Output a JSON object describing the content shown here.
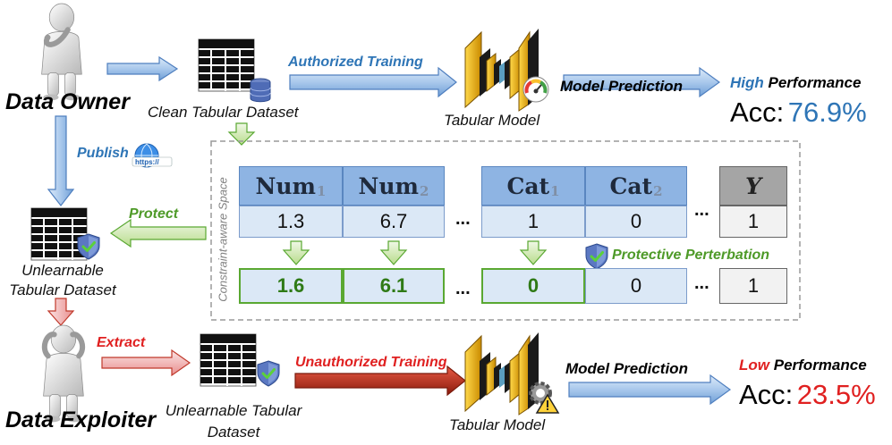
{
  "actors": {
    "owner": "Data Owner",
    "exploiter": "Data Exploiter"
  },
  "datasets": {
    "clean": "Clean Tabular Dataset",
    "unlearnable_1": "Unlearnable",
    "unlearnable_2": "Tabular Dataset",
    "exploit_1": "Unlearnable Tabular",
    "exploit_2": "Dataset"
  },
  "steps": {
    "authorized_training": "Authorized Training",
    "unauthorized_training": "Unauthorized Training",
    "model_prediction_top": "Model Prediction",
    "model_prediction_bottom": "Model Prediction",
    "publish": "Publish",
    "protect": "Protect",
    "extract": "Extract",
    "https": "https://"
  },
  "models": {
    "top": "Tabular Model",
    "bottom": "Tabular Model"
  },
  "results": {
    "high_word": "High",
    "low_word": "Low",
    "performance_top": "Performance",
    "performance_bottom": "Performance",
    "acc_label_top": "Acc:",
    "acc_label_bottom": "Acc:",
    "acc_high": "76.9%",
    "acc_low": "23.5%"
  },
  "space": {
    "label": "Constraint-aware Space",
    "perturbation": "Protective Perterbation",
    "headers": {
      "num1": "Num",
      "num1_sub": "1",
      "num2": "Num",
      "num2_sub": "2",
      "cat1": "Cat",
      "cat1_sub": "1",
      "cat2": "Cat",
      "cat2_sub": "2",
      "y": "Y"
    },
    "original": {
      "num1": "1.3",
      "num2": "6.7",
      "cat1": "1",
      "cat2": "0",
      "y": "1"
    },
    "perturbed": {
      "num1": "1.6",
      "num2": "6.1",
      "cat1": "0",
      "cat2": "0",
      "y": "1"
    },
    "ellipsis": "..."
  },
  "colors": {
    "blue_text": "#2e75b6",
    "green_text": "#4e9a28",
    "red_text": "#e02020",
    "header_fill": "#8eb4e3",
    "value_fill": "#dbe8f6",
    "perturbed_border": "#5aa832",
    "model_fill": "#f0b400"
  },
  "icons": [
    "person-thinking-icon",
    "person-frustrated-icon",
    "table-grid-icon",
    "database-icon",
    "shield-check-icon",
    "globe-icon",
    "gauge-icon",
    "warning-gear-icon",
    "neural-model-icon"
  ]
}
